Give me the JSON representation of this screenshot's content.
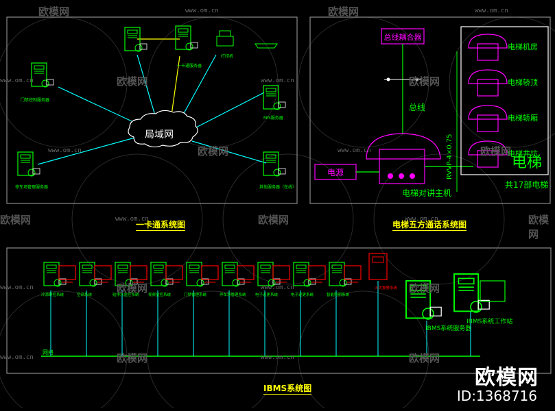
{
  "colors": {
    "green": "#00ff00",
    "cyan": "#00ffff",
    "magenta": "#ff00ff",
    "yellow": "#ffff00",
    "red": "#ff0000",
    "white": "#ffffff",
    "gray": "#5a5a5a"
  },
  "watermark": {
    "brand": "欧模网",
    "url": "www.om.cn"
  },
  "branding": {
    "name": "欧模网",
    "id": "ID:1368716"
  },
  "card_system": {
    "caption": "一卡通系统图",
    "cloud_label": "局域网",
    "nodes": [
      {
        "label": "门禁控制服务器"
      },
      {
        "label": ""
      },
      {
        "label": "一卡通服务器"
      },
      {
        "label": "打印机"
      },
      {
        "label": ""
      },
      {
        "label": "MIS服务器"
      },
      {
        "label": "停车场管理服务器"
      },
      {
        "label": "其他服务器（在线）"
      }
    ]
  },
  "elevator_system": {
    "caption": "电梯五方通话系统图",
    "coupler": "总线耦合器",
    "bus": "总线",
    "power": "电源",
    "host": "电梯对讲主机",
    "cable": "RVVP-4×0.75",
    "big_label": "电梯",
    "total": "共17部电梯",
    "stations": [
      "电梯机房",
      "电梯轿顶",
      "电梯轿厢",
      "电梯井坑"
    ]
  },
  "ibms_system": {
    "caption": "IBMS系统图",
    "network": "网络",
    "subsystems": [
      "冷源群控系统",
      "空调系统",
      "给排水监控系统",
      "视频监控系统",
      "门禁管理系统",
      "停车场管理系统",
      "电子巡更系统",
      "电子巡更系统",
      "智能照明系统"
    ],
    "fire": "火灾报警系统",
    "server": "IBMS系统服务器",
    "workstation": "IBMS系统工作站"
  }
}
